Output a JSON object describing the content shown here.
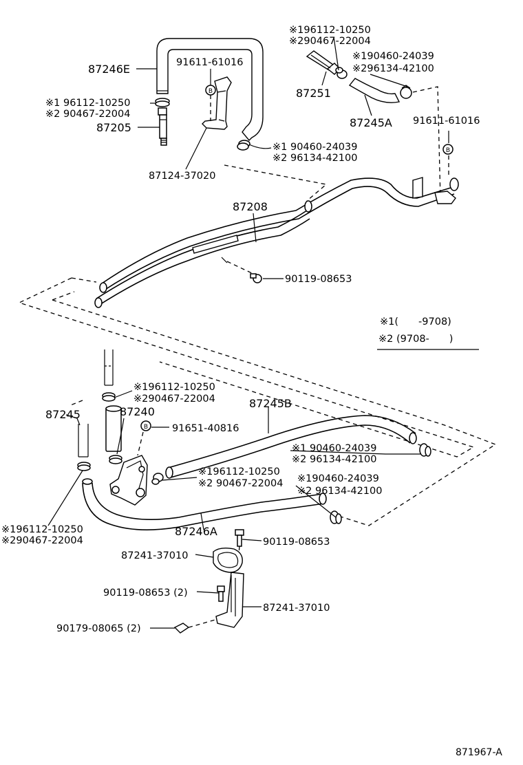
{
  "labels": {
    "l_87246E": "87246E",
    "l_91611_top": "91611-61016",
    "l_t_hc1": "※1 96112-10250",
    "l_t_hc2": "※2 90467-22004",
    "l_87205": "87205",
    "l_87124": "87124-37020",
    "l_mid_c1": "※1 90460-24039",
    "l_mid_c2": "※2 96134-42100",
    "l_tr_c1": "※196112-10250",
    "l_tr_c2": "※290467-22004",
    "l_tr_d1": "※190460-24039",
    "l_tr_d2": "※296134-42100",
    "l_87251": "87251",
    "l_87245A": "87245A",
    "l_91611_right": "91611-61016",
    "l_87208": "87208",
    "l_90119_top": "90119-08653",
    "legend_1": "※1(　　-9708)",
    "legend_2": "※2 (9708-　　)",
    "l_low_c1": "※196112-10250",
    "l_low_c2": "※290467-22004",
    "l_87245B": "87245B",
    "l_87245": "87245",
    "l_87240": "87240",
    "l_91651": "91651-40816",
    "l_rc1": "※1 90460-24039",
    "l_rc2": "※2 96134-42100",
    "l_mc1": "※196112-10250",
    "l_mc2": "※2 90467-22004",
    "l_rd1": "※190460-24039",
    "l_rd2": "※2 96134-42100",
    "l_lc1": "※196112-10250",
    "l_lc2": "※290467-22004",
    "l_87246A": "87246A",
    "l_90119_mid": "90119-08653",
    "l_87241_a": "87241-37010",
    "l_90119_bot": "90119-08653 (2)",
    "l_87241_b": "87241-37010",
    "l_90179": "90179-08065 (2)",
    "ref": "871967-A"
  },
  "markers": {
    "b": "B"
  }
}
